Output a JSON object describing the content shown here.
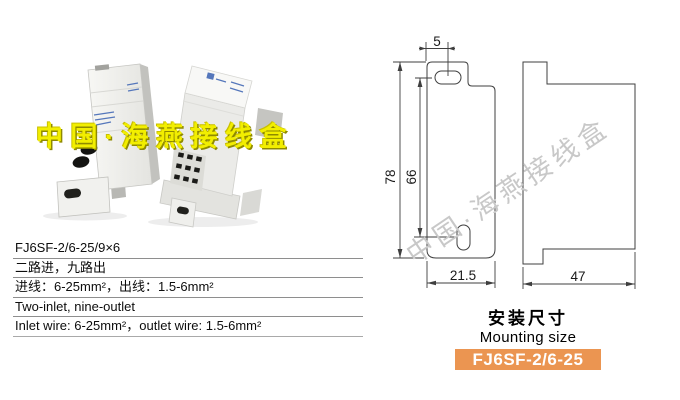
{
  "watermarks": {
    "photo": "中国·海燕接线盒",
    "drawing": "中国·海燕接线盒"
  },
  "specs": {
    "rows": [
      "FJ6SF-2/6-25/9×6",
      "二路进，九路出",
      "进线：6-25mm²，出线：1.5-6mm²",
      "Two-inlet, nine-outlet",
      "Inlet wire: 6-25mm²，outlet wire: 1.5-6mm²"
    ]
  },
  "drawing": {
    "dimensions": {
      "slot_offset": "5",
      "overall_height": "78",
      "hole_spacing": "66",
      "front_width": "21.5",
      "side_width": "47"
    }
  },
  "caption": {
    "title_zh": "安装尺寸",
    "title_en": "Mounting size",
    "model": "FJ6SF-2/6-25"
  },
  "colors": {
    "badge_orange": "#EB9551",
    "watermark_yellow": "#F2EE00",
    "watermark_gray": "#C8C8C8",
    "drawing_line": "#3F3F3F"
  }
}
